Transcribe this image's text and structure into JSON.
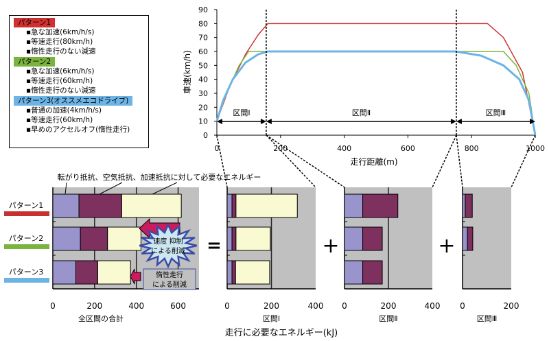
{
  "legend": {
    "groups": [
      {
        "title": "パターン1",
        "color": "#d03030",
        "items": [
          "▪急な加速(6km/h/s)",
          "▪等速走行(80km/h)",
          "▪惰性走行のない減速"
        ]
      },
      {
        "title": "パターン2",
        "color": "#7ab43c",
        "items": [
          "▪急な加速(6km/h/s)",
          "▪等速走行(60km/h)",
          "▪惰性走行のない減速"
        ]
      },
      {
        "title": "パターン3(オススメエコドライブ)",
        "color": "#6cb4e6",
        "items": [
          "▪普通の加速(4km/h/s)",
          "▪等速走行(60km/h)",
          "▪早めのアクセルオフ(惰性走行)"
        ]
      }
    ]
  },
  "chart_data": [
    {
      "type": "line",
      "ylabel": "車速(km/h)",
      "xlabel": "走行距離(m)",
      "xlim": [
        0,
        1000
      ],
      "ylim": [
        0,
        90
      ],
      "xticks": [
        0,
        200,
        400,
        600,
        800,
        1000
      ],
      "yticks": [
        0,
        10,
        20,
        30,
        40,
        50,
        60,
        70,
        80,
        90
      ],
      "sections": [
        {
          "label": "区間Ⅰ",
          "from": 0,
          "to": 155
        },
        {
          "label": "区間Ⅱ",
          "from": 155,
          "to": 752
        },
        {
          "label": "区間Ⅲ",
          "from": 752,
          "to": 1000
        }
      ],
      "series": [
        {
          "name": "パターン1",
          "color": "#d03030",
          "points": [
            [
              0,
              10
            ],
            [
              40,
              35
            ],
            [
              90,
              58
            ],
            [
              130,
              72
            ],
            [
              160,
              80
            ],
            [
              850,
              80
            ],
            [
              900,
              70
            ],
            [
              960,
              45
            ],
            [
              1000,
              0
            ]
          ]
        },
        {
          "name": "パターン2",
          "color": "#7ab43c",
          "points": [
            [
              0,
              10
            ],
            [
              30,
              30
            ],
            [
              70,
              50
            ],
            [
              100,
              60
            ],
            [
              900,
              60
            ],
            [
              940,
              50
            ],
            [
              980,
              30
            ],
            [
              1000,
              0
            ]
          ]
        },
        {
          "name": "パターン3",
          "color": "#6cb4e6",
          "points": [
            [
              0,
              10
            ],
            [
              20,
              25
            ],
            [
              50,
              40
            ],
            [
              90,
              52
            ],
            [
              130,
              58
            ],
            [
              160,
              60
            ],
            [
              750,
              60
            ],
            [
              830,
              57
            ],
            [
              900,
              50
            ],
            [
              950,
              40
            ],
            [
              980,
              25
            ],
            [
              1000,
              0
            ]
          ]
        }
      ]
    },
    {
      "type": "bar",
      "title": "全区間の合計",
      "xlim": [
        0,
        700
      ],
      "xticks": [
        0,
        200,
        400,
        600
      ],
      "categories": [
        "パターン1",
        "パターン2",
        "パターン3"
      ],
      "series": [
        {
          "name": "転がり抵抗",
          "values": [
            125,
            132,
            110
          ]
        },
        {
          "name": "空気抵抗",
          "values": [
            205,
            130,
            105
          ]
        },
        {
          "name": "加速抵抗",
          "values": [
            285,
            160,
            157
          ]
        }
      ]
    },
    {
      "type": "bar",
      "title": "区間Ⅰ",
      "xlim": [
        0,
        400
      ],
      "xticks": [
        0,
        200,
        400
      ],
      "categories": [
        "パターン1",
        "パターン2",
        "パターン3"
      ],
      "series": [
        {
          "name": "転がり抵抗",
          "values": [
            22,
            22,
            22
          ]
        },
        {
          "name": "空気抵抗",
          "values": [
            18,
            18,
            16
          ]
        },
        {
          "name": "加速抵抗",
          "values": [
            277,
            155,
            154
          ]
        }
      ]
    },
    {
      "type": "bar",
      "title": "区間Ⅱ",
      "xlim": [
        0,
        400
      ],
      "xticks": [
        0,
        200,
        400
      ],
      "categories": [
        "パターン1",
        "パターン2",
        "パターン3"
      ],
      "series": [
        {
          "name": "転がり抵抗",
          "values": [
            83,
            83,
            83
          ]
        },
        {
          "name": "空気抵抗",
          "values": [
            160,
            89,
            89
          ]
        },
        {
          "name": "加速抵抗",
          "values": [
            0,
            0,
            0
          ]
        }
      ]
    },
    {
      "type": "bar",
      "title": "区間Ⅲ",
      "xlim": [
        0,
        200
      ],
      "xticks": [
        0,
        200
      ],
      "categories": [
        "パターン1",
        "パターン2",
        "パターン3"
      ],
      "series": [
        {
          "name": "転がり抵抗",
          "values": [
            11,
            20,
            0
          ]
        },
        {
          "name": "空気抵抗",
          "values": [
            29,
            22,
            0
          ]
        },
        {
          "name": "加速抵抗",
          "values": [
            0,
            0,
            0
          ]
        }
      ]
    }
  ],
  "bar_colors": [
    "#9a94cc",
    "#7e305e",
    "#fafad2"
  ],
  "energy": {
    "annotation": "転がり抵抗、空気抵抗、加速抵抗に対して必要なエネルギー",
    "xlabel": "走行に必要なエネルギー(kJ)",
    "pattern_labels": [
      "パターン1",
      "パターン2",
      "パターン3"
    ],
    "pattern_colors": [
      "#c83030",
      "#7ab43c",
      "#6cb4e6"
    ],
    "burst": [
      "速度 抑制",
      "による削減"
    ],
    "box": [
      "惰性走行",
      "による削減"
    ],
    "equals": "=",
    "plus": "+"
  }
}
